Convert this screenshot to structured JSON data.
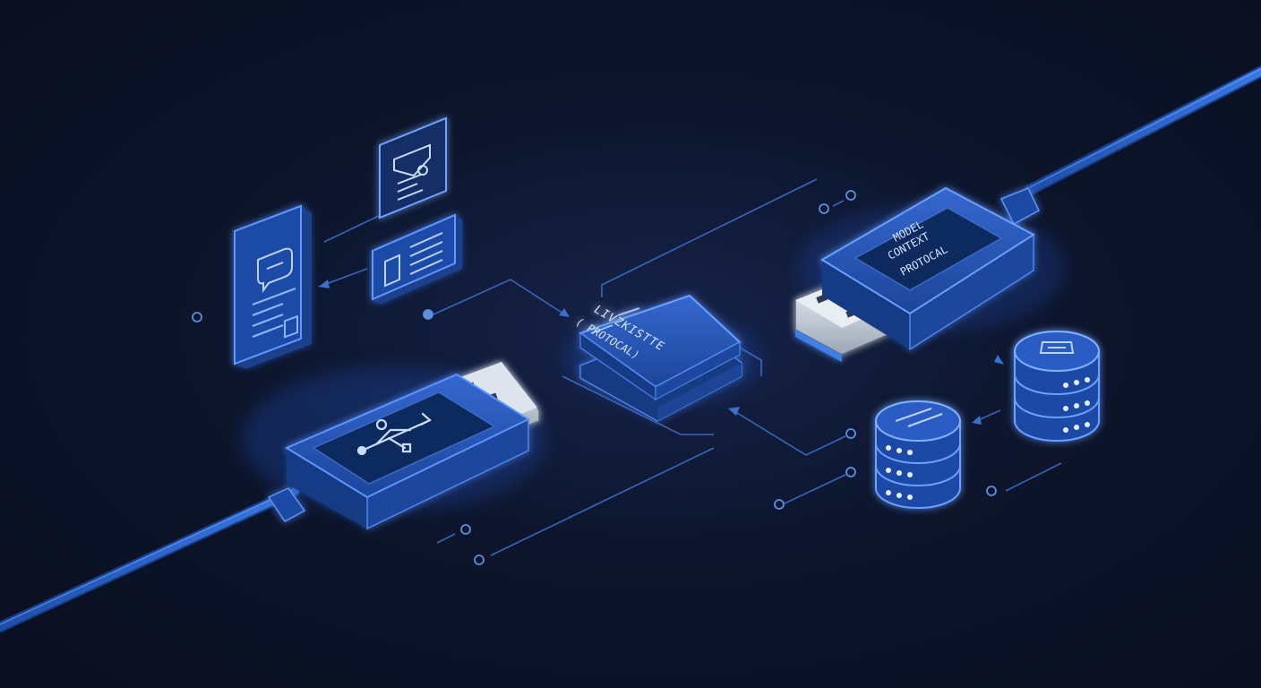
{
  "colors": {
    "background": "#0b1122",
    "accent": "#3f7fe6",
    "accent_bright": "#7fb2ff",
    "device_body": "#2454b5",
    "device_screen": "#122a5c",
    "plug_metal": "#c9d2dd",
    "line": "#3c6fc9"
  },
  "mcp_dongle": {
    "label_line1": "MODEL",
    "label_line2": "CONTEXT",
    "label_line3": "PROTOCAL"
  },
  "center_module": {
    "label_line1": "LIVZKISTTE",
    "label_line2": "( PROTOCAL)"
  },
  "icons": {
    "usb_stick": "usb-trident-icon",
    "chat_doc": "chat-bubble-icon",
    "image_doc": "image-document-icon",
    "layout_doc": "layout-document-icon",
    "database_1": "database-icon",
    "database_2": "database-icon"
  }
}
